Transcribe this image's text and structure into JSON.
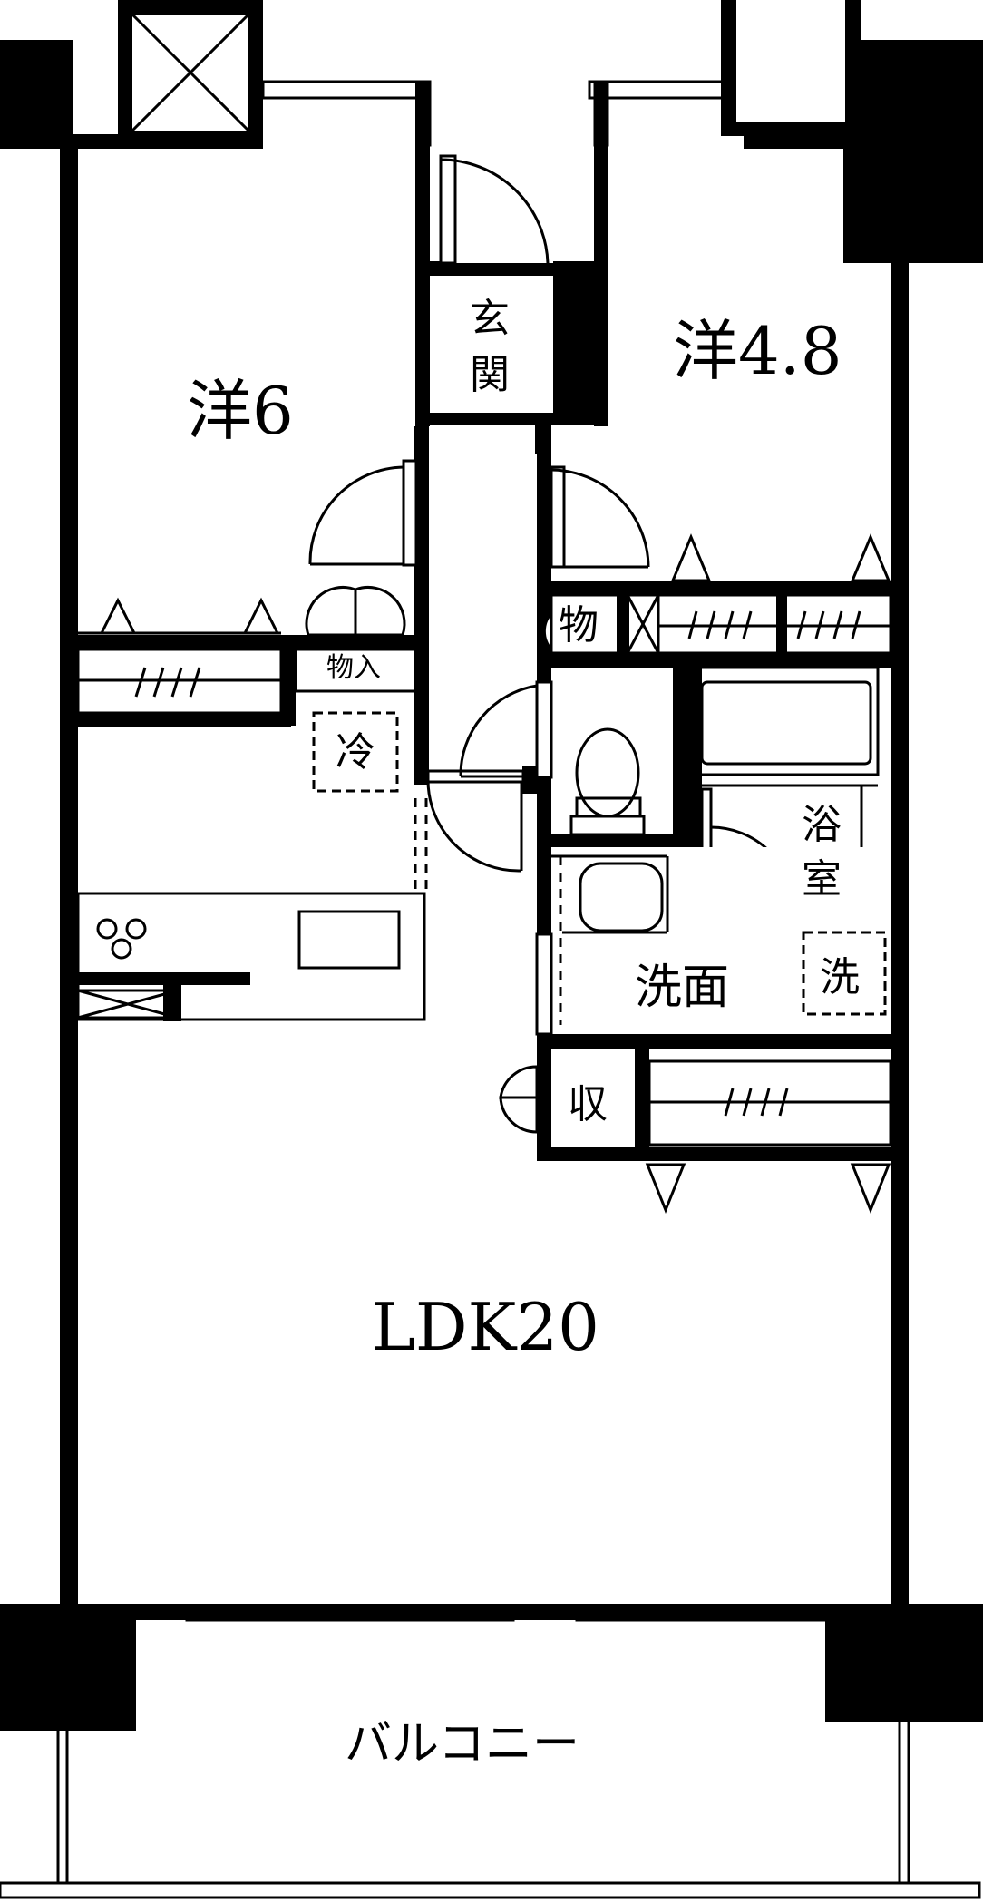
{
  "floor_plan": {
    "rooms": {
      "western_6": "洋6",
      "western_4_8": "洋4.8",
      "ldk": "LDK20",
      "entrance": [
        "玄",
        "関"
      ],
      "bath": [
        "浴",
        "室"
      ],
      "washroom": "洗面",
      "balcony": "バルコニー"
    },
    "storage": {
      "closet_left": "物入",
      "closet_right": "物",
      "storage_ldk": "収"
    },
    "appliances": {
      "fridge": "冷",
      "washer": "洗"
    }
  },
  "colors": {
    "wall": "#000000",
    "background": "#ffffff"
  }
}
